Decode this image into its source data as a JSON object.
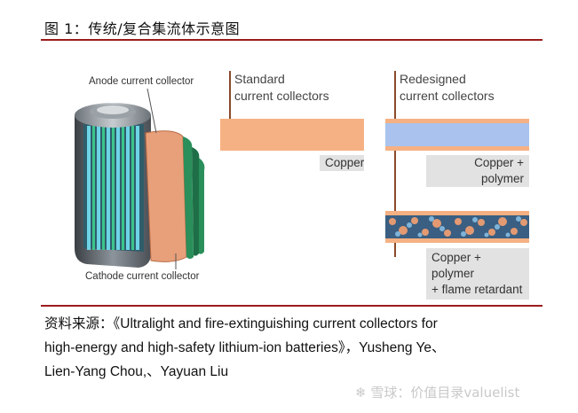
{
  "figure": {
    "title": "图 1：传统/复合集流体示意图",
    "anode_label": "Anode current collector",
    "cathode_label": "Cathode current collector",
    "standard_header_line1": "Standard",
    "standard_header_line2": "current collectors",
    "redesigned_header_line1": "Redesigned",
    "redesigned_header_line2": "current collectors",
    "copper_label": "Copper",
    "copper_polymer_label": "Copper + polymer",
    "copper_polymer_fr_line1": "Copper + polymer",
    "copper_polymer_fr_line2": "+ flame retardant",
    "colors": {
      "rule": "#9b1c1c",
      "copper": "#f5b183",
      "polymer": "#a9c3ee",
      "caption_bg": "#e2e2e2",
      "leader": "#8a4a2a"
    }
  },
  "source": {
    "line1": "资料来源：《Ultralight and fire-extinguishing current collectors for",
    "line2": "high-energy and high-safety lithium-ion batteries》，Yusheng Ye、",
    "line3": "Lien-Yang Chou,、Yayuan Liu"
  },
  "watermark": {
    "icon": "snowball-icon",
    "text": "雪球：价值目录valuelist"
  }
}
